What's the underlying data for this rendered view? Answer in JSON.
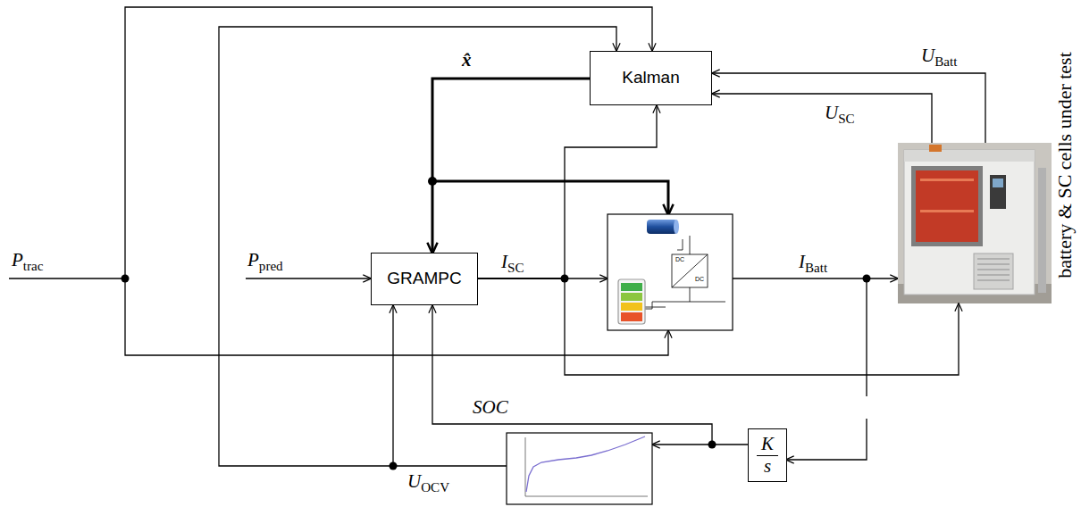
{
  "diagram": {
    "nodes": [
      {
        "text": [
          "Kalman"
        ]
      },
      {
        "text": [
          "battery & SC cells under test"
        ]
      },
      {
        "text": [
          "GRAMPC"
        ]
      },
      {
        "text": [
          "K",
          "s"
        ]
      }
    ],
    "edges": [
      {
        "from": 0,
        "to": 2,
        "arrow": "to",
        "label": "x̂"
      },
      {
        "from": 1,
        "to": 0,
        "arrow": "to",
        "label": "UBatt"
      },
      {
        "from": 1,
        "to": 0,
        "arrow": "to",
        "label": "USC"
      },
      {
        "from": 2,
        "to": 0,
        "arrow": "to"
      },
      {
        "from": 2,
        "to": 1,
        "arrow": "to"
      },
      {
        "from": 3,
        "to": 2,
        "arrow": "to",
        "label": "SOC"
      }
    ],
    "labels": [
      "Ptrac",
      "Ppred",
      "ISC",
      "IBatt",
      "UOCV",
      "DC",
      "DC"
    ]
  }
}
